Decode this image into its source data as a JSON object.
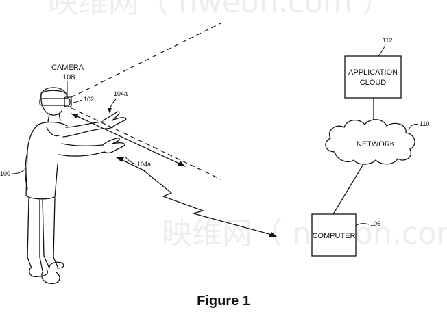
{
  "labels": {
    "camera": "CAMERA",
    "camera_ref": "108",
    "ref_102": "102",
    "ref_104a_top": "104a",
    "ref_104a_bottom": "104a",
    "ref_100": "100",
    "ref_112": "112",
    "ref_110": "110",
    "ref_106": "106"
  },
  "boxes": {
    "application_cloud_line1": "APPLICATION",
    "application_cloud_line2": "CLOUD",
    "network": "NETWORK",
    "computer": "COMPUTER"
  },
  "caption": "Figure 1",
  "watermark": {
    "top": "映维网（ nweon.com ）",
    "middle": "映维网（ nweon.com ）"
  }
}
